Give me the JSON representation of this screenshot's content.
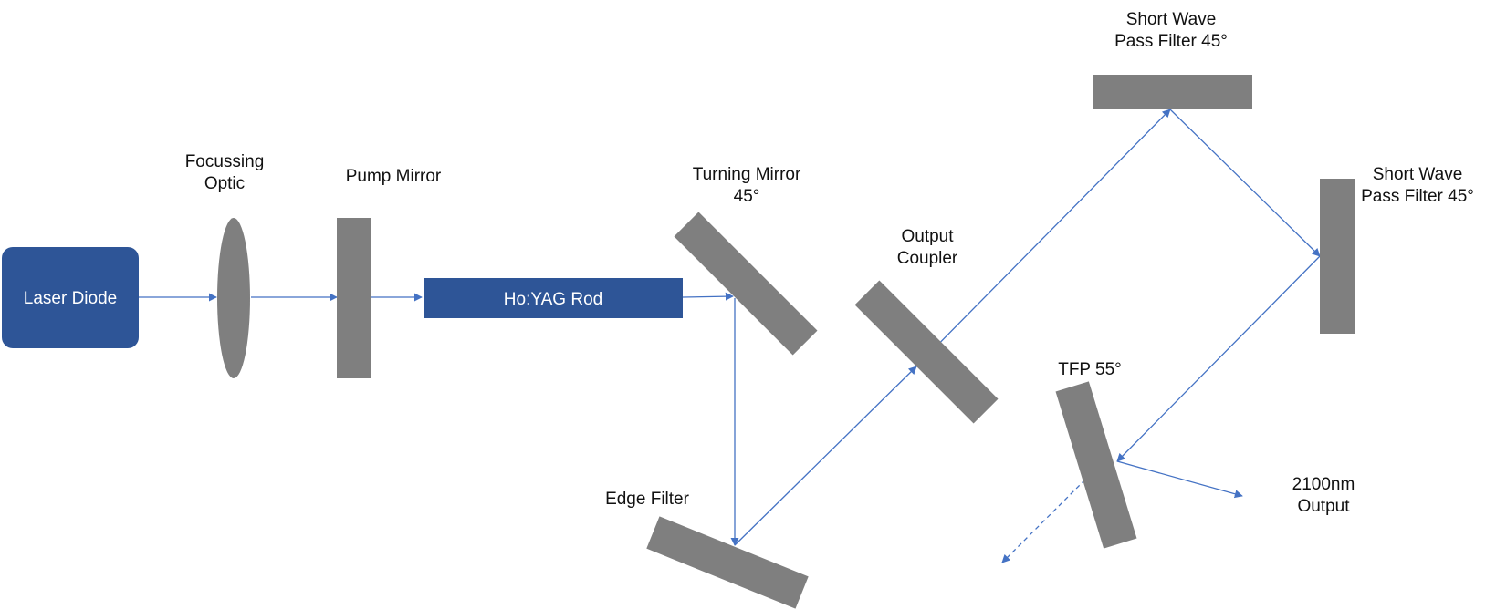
{
  "colors": {
    "component_blue": "#2e5597",
    "optic_gray": "#7f7f7f",
    "beam_blue": "#4472c4"
  },
  "components": {
    "laser_diode": "Laser Diode",
    "gain_rod": "Ho:YAG Rod"
  },
  "labels": {
    "focussing_optic": "Focussing\nOptic",
    "pump_mirror": "Pump Mirror",
    "turning_mirror": "Turning Mirror\n45°",
    "output_coupler": "Output\nCoupler",
    "edge_filter": "Edge Filter",
    "swp_filter_top": "Short Wave\nPass Filter 45°",
    "swp_filter_right": "Short Wave\nPass Filter 45°",
    "tfp": "TFP 55°",
    "output": "2100nm\nOutput"
  }
}
